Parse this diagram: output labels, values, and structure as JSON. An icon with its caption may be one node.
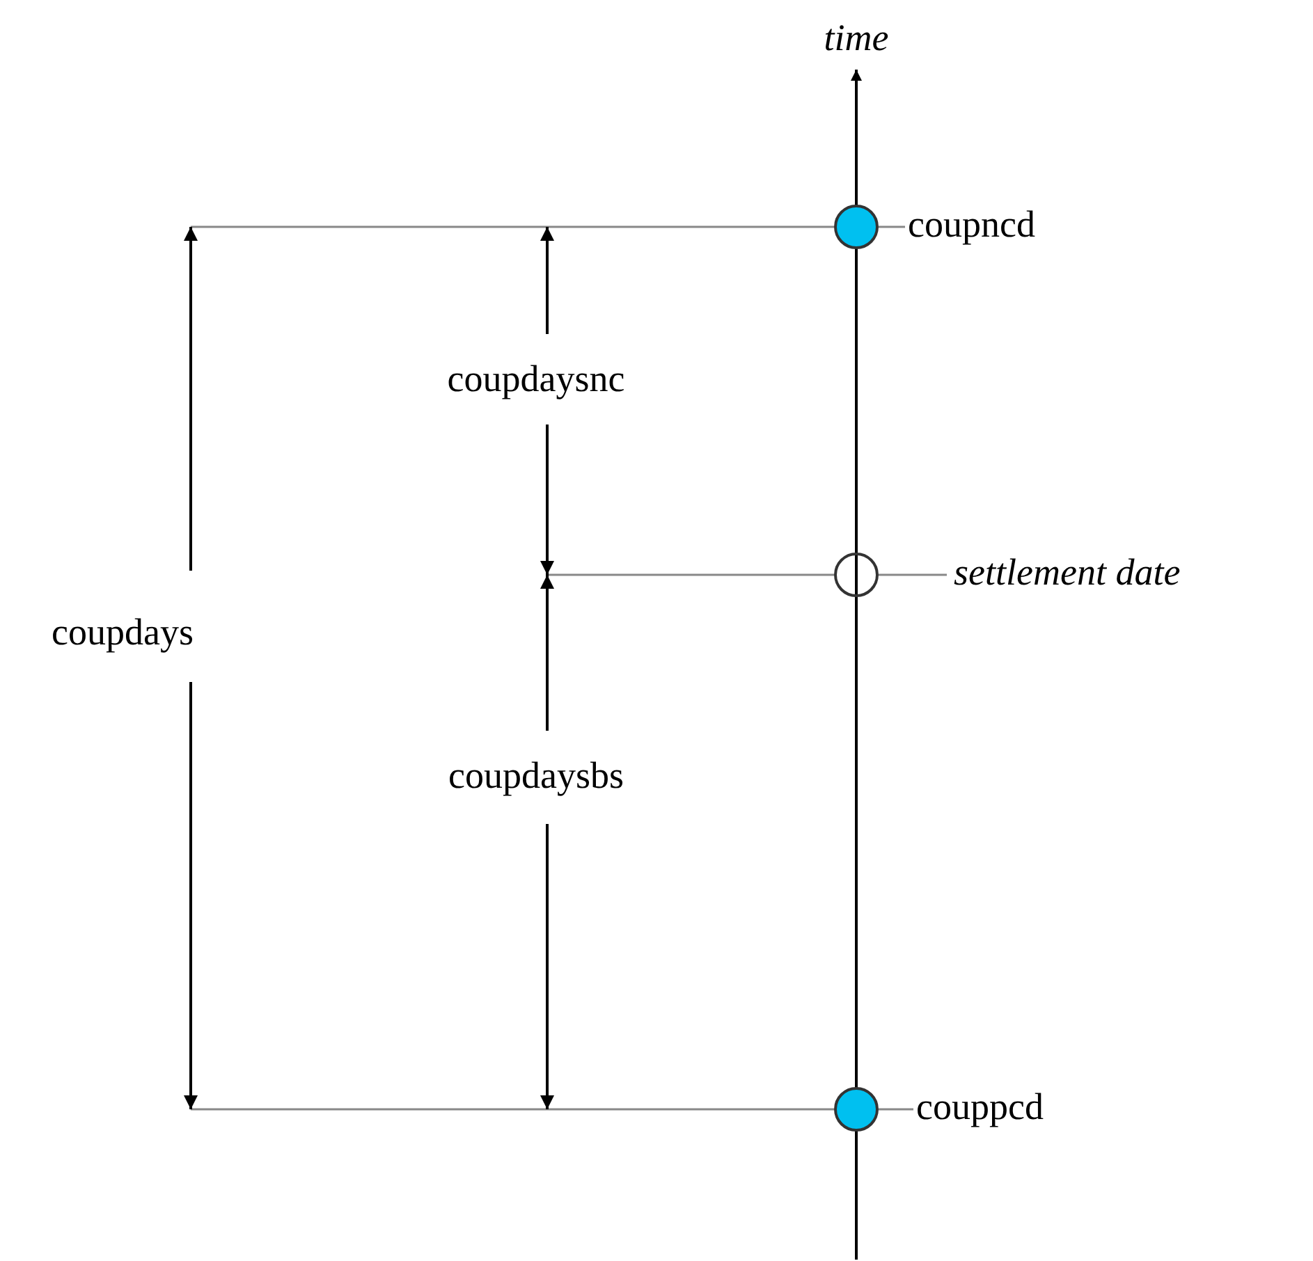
{
  "diagram": {
    "nodes": [
      {
        "text": [],
        "shape": "circle",
        "beside": [
          "coupncd"
        ]
      },
      {
        "text": [],
        "shape": "circle",
        "beside": [
          "settlement date"
        ]
      },
      {
        "text": [],
        "shape": "circle",
        "beside": [
          "couppcd"
        ]
      }
    ],
    "edges": [],
    "labels": [
      "time",
      "coupdaysnc",
      "coupdays",
      "coupdaysbs"
    ]
  }
}
